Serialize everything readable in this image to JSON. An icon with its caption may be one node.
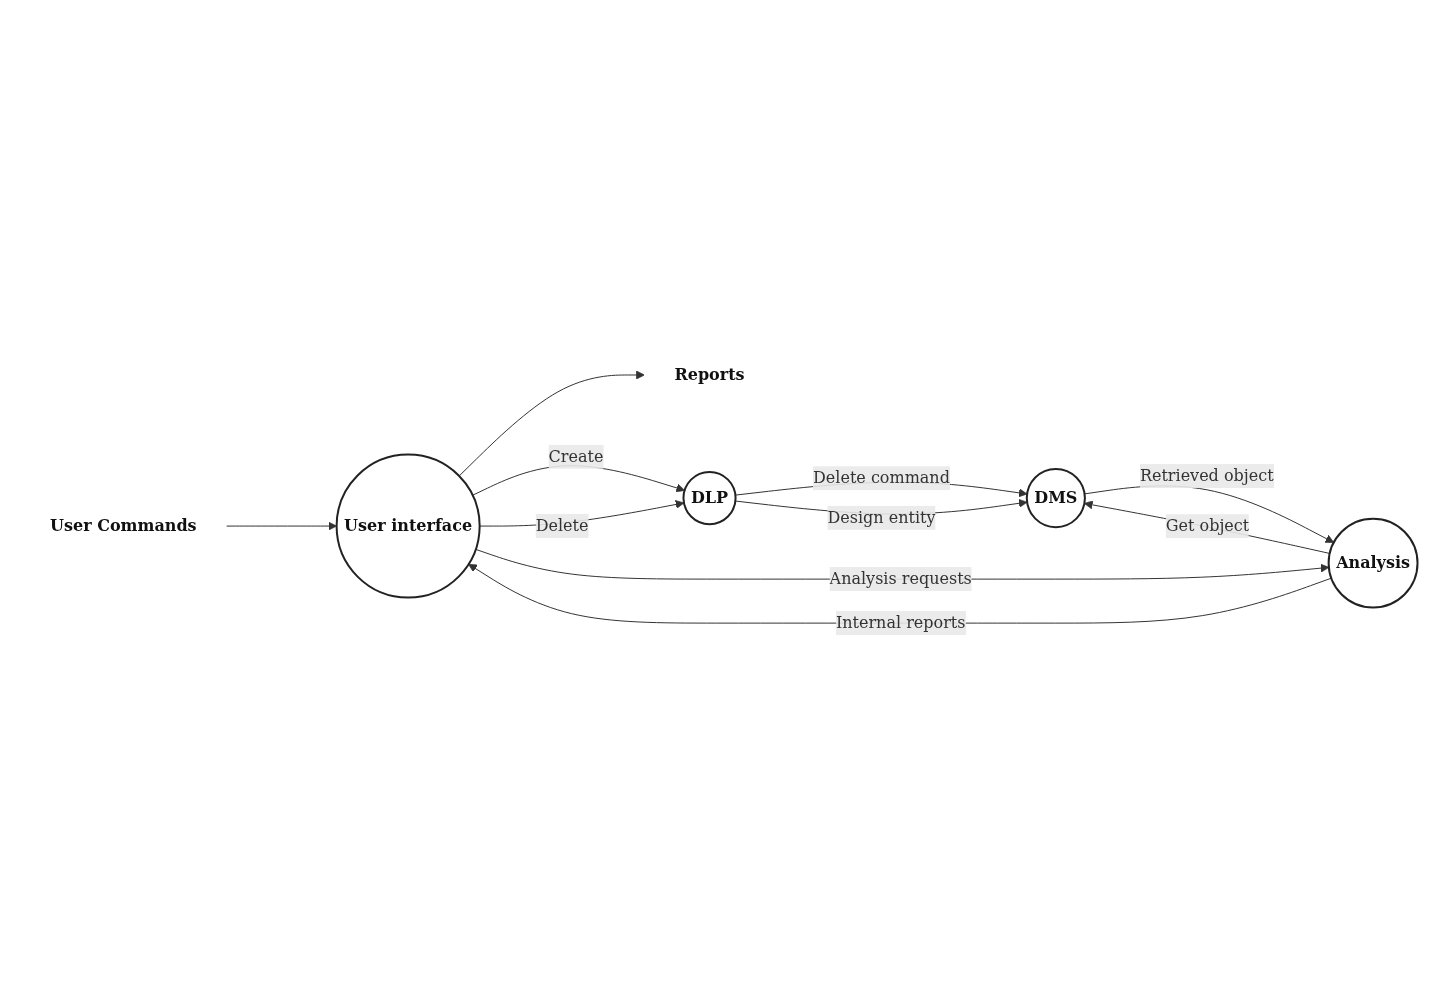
{
  "diagram": {
    "nodes": [
      {
        "text": [
          "User Commands"
        ]
      },
      {
        "text": [
          "User interface"
        ]
      },
      {
        "text": [
          "DLP"
        ]
      },
      {
        "text": [
          "Reports"
        ]
      },
      {
        "text": [
          "Analysis"
        ]
      },
      {
        "text": [
          "DMS"
        ]
      }
    ],
    "edges": [
      {
        "from": 0,
        "to": 1,
        "arrow": "to"
      },
      {
        "from": 1,
        "to": 3,
        "arrow": "to"
      },
      {
        "from": 1,
        "to": 2,
        "arrow": "to",
        "label": "Create"
      },
      {
        "from": 1,
        "to": 2,
        "arrow": "to",
        "label": "Delete"
      },
      {
        "from": 2,
        "to": 5,
        "arrow": "to",
        "label": "Delete command"
      },
      {
        "from": 2,
        "to": 5,
        "arrow": "to",
        "label": "Design entity"
      },
      {
        "from": 4,
        "to": 1,
        "arrow": "to",
        "label": "Internal reports"
      },
      {
        "from": 1,
        "to": 4,
        "arrow": "to",
        "label": "Analysis requests"
      },
      {
        "from": 4,
        "to": 5,
        "arrow": "to",
        "label": "Get object"
      },
      {
        "from": 5,
        "to": 4,
        "arrow": "to",
        "label": "Retrieved object"
      }
    ]
  }
}
